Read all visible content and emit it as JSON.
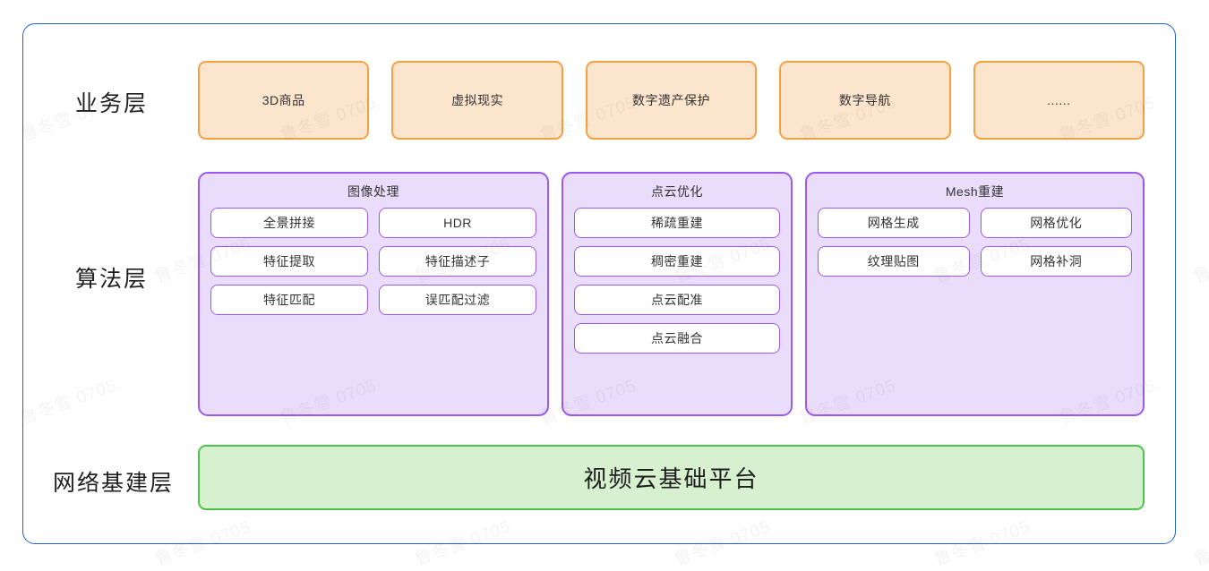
{
  "diagram": {
    "watermark_text": "鲁冬雪 0705",
    "frame_color": "#1f5fd8",
    "rows": [
      {
        "label": "业务层",
        "accent": "#f5a142",
        "fill": "#fbe5cd",
        "items": [
          "3D商品",
          "虚拟现实",
          "数字遗产保护",
          "数字导航",
          "......"
        ]
      },
      {
        "label": "算法层",
        "accent": "#9b59f0",
        "fill": "#e9ddfb",
        "groups": [
          {
            "title": "图像处理",
            "columns": 2,
            "items": [
              "全景拼接",
              "HDR",
              "特征提取",
              "特征描述子",
              "特征匹配",
              "误匹配过滤"
            ]
          },
          {
            "title": "点云优化",
            "columns": 1,
            "items": [
              "稀疏重建",
              "稠密重建",
              "点云配准",
              "点云融合"
            ]
          },
          {
            "title": "Mesh重建",
            "columns": 2,
            "items": [
              "网格生成",
              "网格优化",
              "纹理贴图",
              "网格补洞"
            ]
          }
        ]
      },
      {
        "label": "网络基建层",
        "accent": "#4cc44c",
        "fill": "#d7f0cf",
        "platform": "视频云基础平台"
      }
    ]
  }
}
